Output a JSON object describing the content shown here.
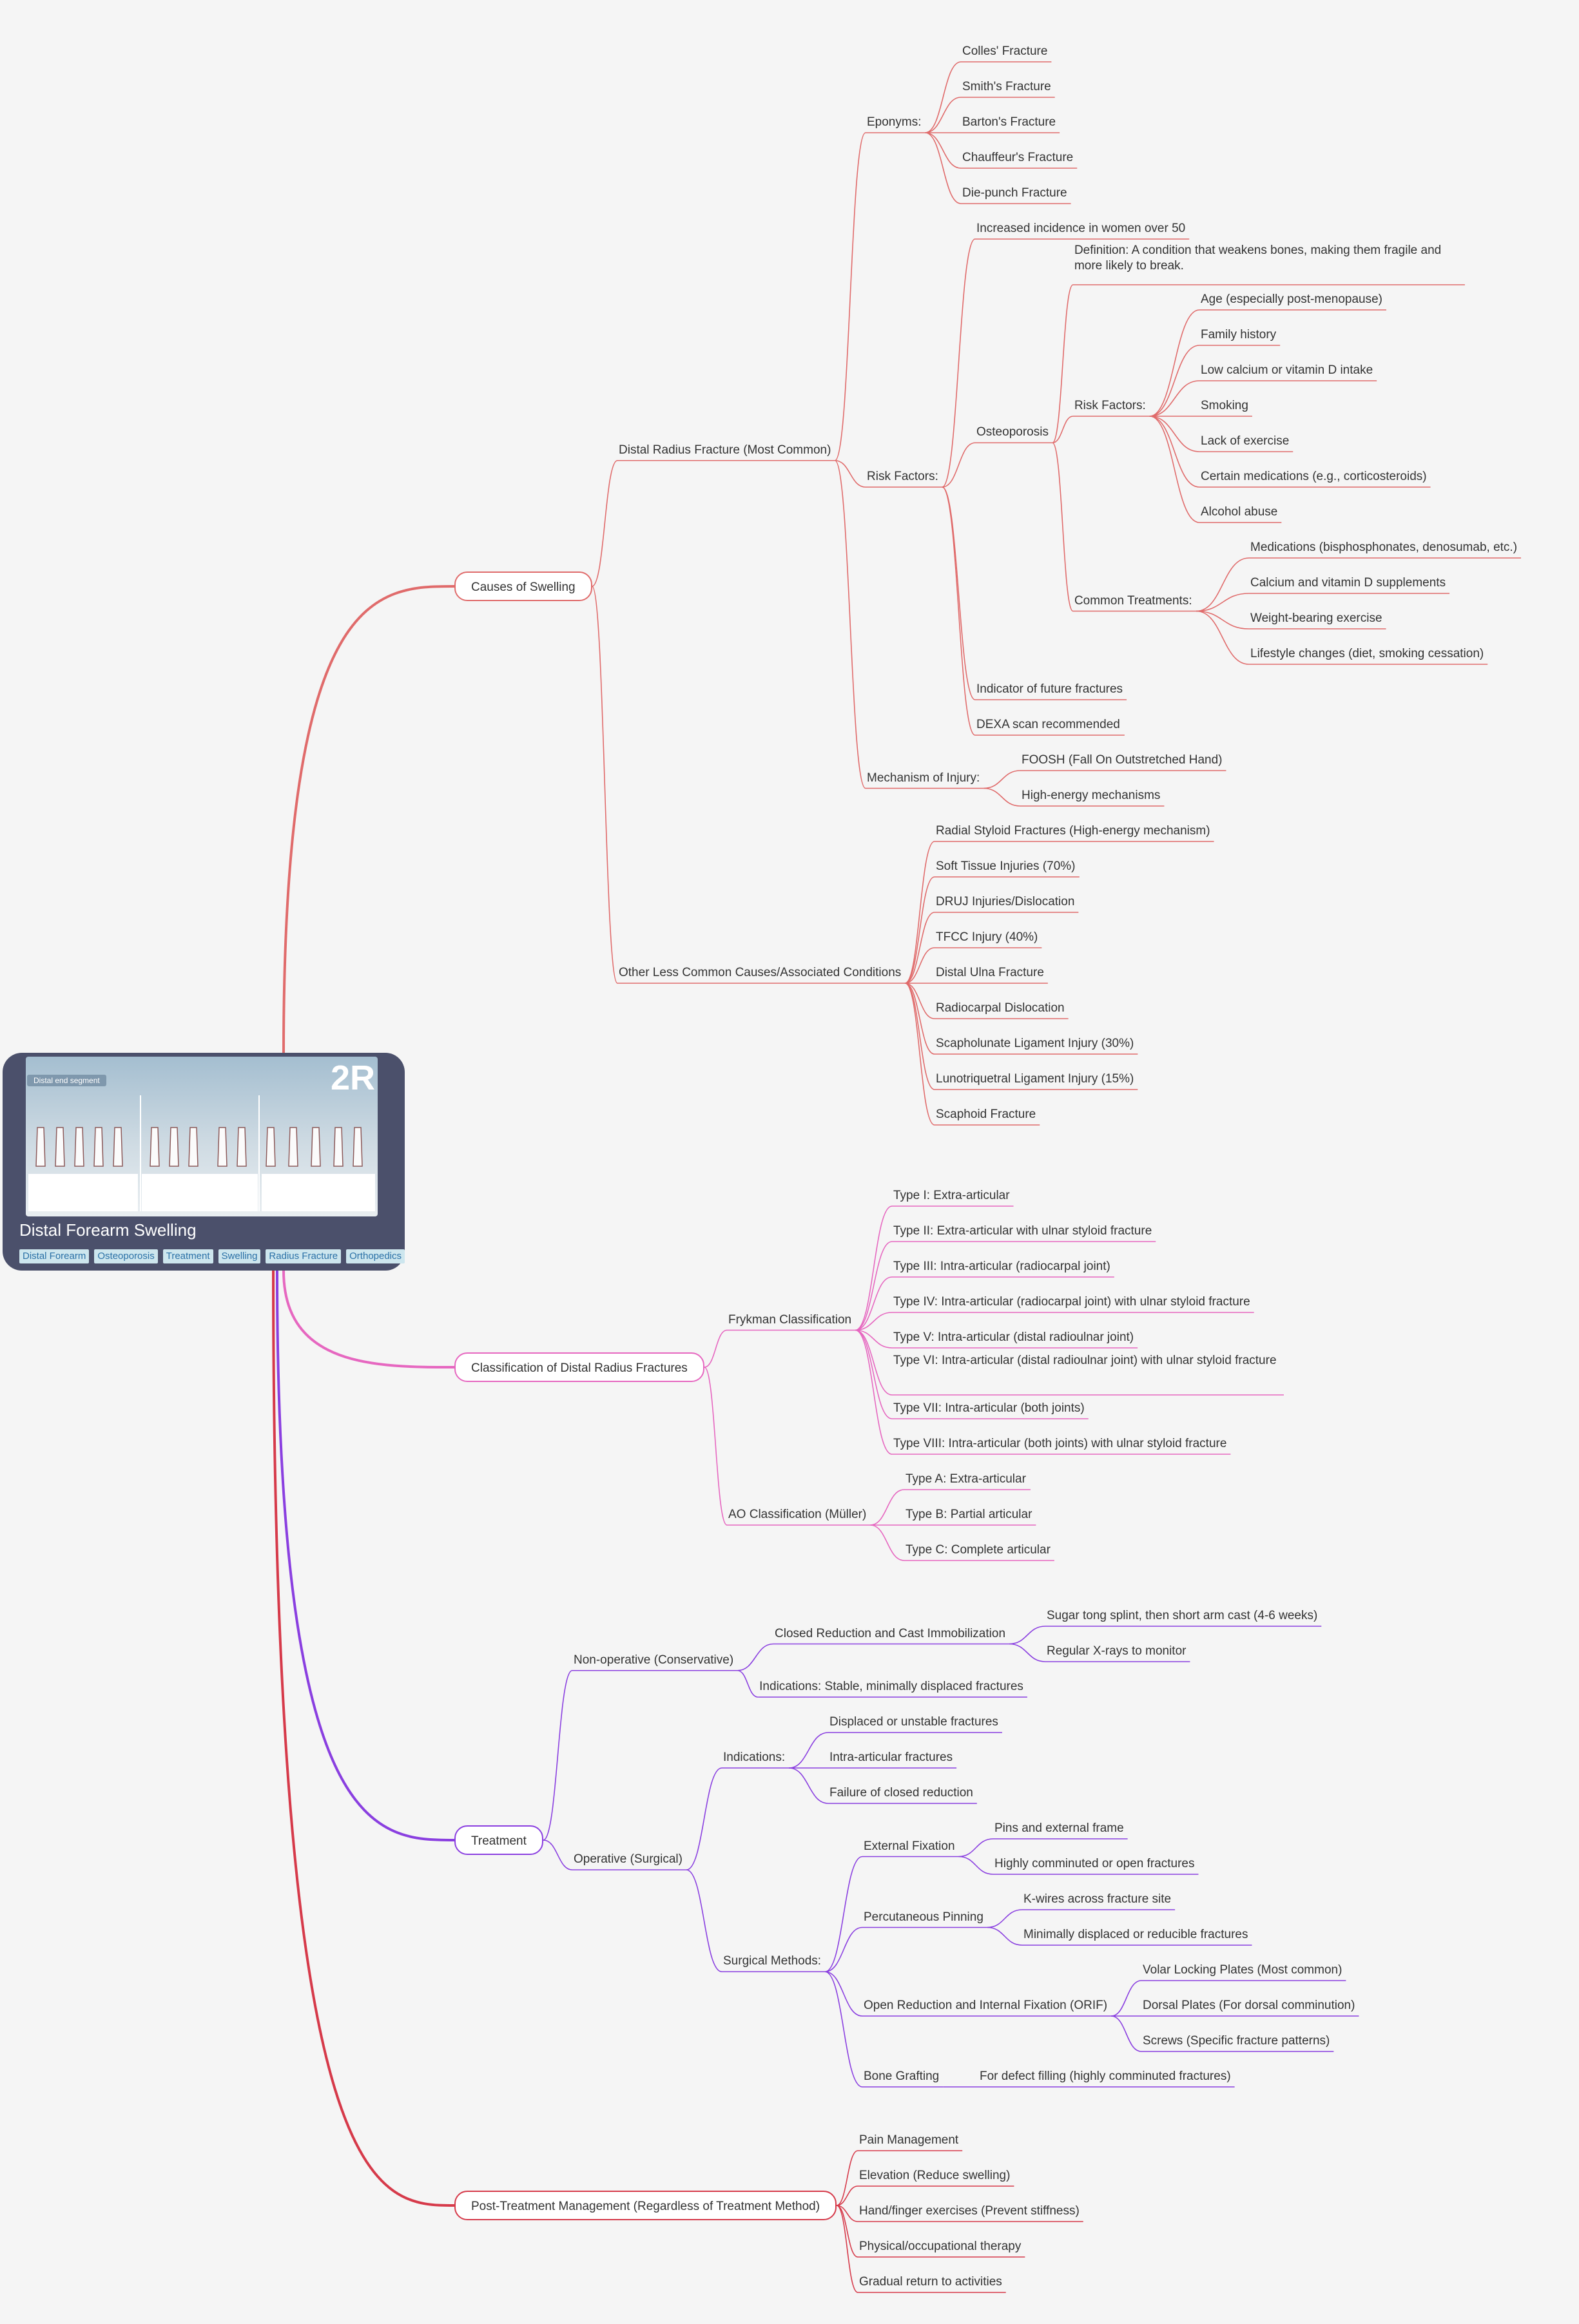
{
  "root": {
    "title": "Distal Forearm Swelling",
    "image_logo": "2R",
    "image_chip": "Distal end segment",
    "tags": [
      "Distal Forearm",
      "Osteoporosis",
      "Treatment",
      "Swelling",
      "Radius Fracture",
      "Orthopedics"
    ]
  },
  "colors": {
    "causes": "#e06b6b",
    "classification": "#e667c0",
    "treatment": "#8a3fe0",
    "post": "#d63a4a",
    "root_bg": "#4b506b"
  },
  "branches": [
    {
      "label": "Causes of Swelling",
      "children": [
        {
          "label": "Distal Radius Fracture (Most Common)",
          "children": [
            {
              "label": "Eponyms:",
              "children": [
                {
                  "label": "Colles' Fracture"
                },
                {
                  "label": "Smith's Fracture"
                },
                {
                  "label": "Barton's Fracture"
                },
                {
                  "label": "Chauffeur's Fracture"
                },
                {
                  "label": "Die-punch Fracture"
                }
              ]
            },
            {
              "label": "Risk Factors:",
              "children": [
                {
                  "label": "Increased incidence in women over 50"
                },
                {
                  "label": "Osteoporosis",
                  "children": [
                    {
                      "label": "Definition: A condition that weakens bones, making them fragile and more likely to break."
                    },
                    {
                      "label": "Risk Factors:",
                      "children": [
                        {
                          "label": "Age (especially post-menopause)"
                        },
                        {
                          "label": "Family history"
                        },
                        {
                          "label": "Low calcium or vitamin D intake"
                        },
                        {
                          "label": "Smoking"
                        },
                        {
                          "label": "Lack of exercise"
                        },
                        {
                          "label": "Certain medications (e.g., corticosteroids)"
                        },
                        {
                          "label": "Alcohol abuse"
                        }
                      ]
                    },
                    {
                      "label": "Common Treatments:",
                      "children": [
                        {
                          "label": "Medications (bisphosphonates, denosumab, etc.)"
                        },
                        {
                          "label": "Calcium and vitamin D supplements"
                        },
                        {
                          "label": "Weight-bearing exercise"
                        },
                        {
                          "label": "Lifestyle changes (diet, smoking cessation)"
                        }
                      ]
                    }
                  ]
                },
                {
                  "label": "Indicator of future fractures"
                },
                {
                  "label": "DEXA scan recommended"
                }
              ]
            },
            {
              "label": "Mechanism of Injury:",
              "children": [
                {
                  "label": "FOOSH (Fall On Outstretched Hand)"
                },
                {
                  "label": "High-energy mechanisms"
                }
              ]
            }
          ]
        },
        {
          "label": "Other Less Common Causes/Associated Conditions",
          "children": [
            {
              "label": "Radial Styloid Fractures (High-energy mechanism)"
            },
            {
              "label": "Soft Tissue Injuries (70%)"
            },
            {
              "label": "DRUJ Injuries/Dislocation"
            },
            {
              "label": "TFCC Injury (40%)"
            },
            {
              "label": "Distal Ulna Fracture"
            },
            {
              "label": "Radiocarpal Dislocation"
            },
            {
              "label": "Scapholunate Ligament Injury (30%)"
            },
            {
              "label": "Lunotriquetral Ligament Injury (15%)"
            },
            {
              "label": "Scaphoid Fracture"
            }
          ]
        }
      ]
    },
    {
      "label": "Classification of Distal Radius Fractures",
      "children": [
        {
          "label": "Frykman Classification",
          "children": [
            {
              "label": "Type I: Extra-articular"
            },
            {
              "label": "Type II: Extra-articular with ulnar styloid fracture"
            },
            {
              "label": "Type III: Intra-articular (radiocarpal joint)"
            },
            {
              "label": "Type IV: Intra-articular (radiocarpal joint) with ulnar styloid fracture"
            },
            {
              "label": "Type V: Intra-articular (distal radioulnar joint)"
            },
            {
              "label": "Type VI: Intra-articular (distal radioulnar joint) with ulnar styloid fracture"
            },
            {
              "label": "Type VII: Intra-articular (both joints)"
            },
            {
              "label": "Type VIII: Intra-articular (both joints) with ulnar styloid fracture"
            }
          ]
        },
        {
          "label": "AO Classification (Müller)",
          "children": [
            {
              "label": "Type A: Extra-articular"
            },
            {
              "label": "Type B: Partial articular"
            },
            {
              "label": "Type C: Complete articular"
            }
          ]
        }
      ]
    },
    {
      "label": "Treatment",
      "children": [
        {
          "label": "Non-operative (Conservative)",
          "children": [
            {
              "label": "Closed Reduction and Cast Immobilization",
              "children": [
                {
                  "label": "Sugar tong splint, then short arm cast (4-6 weeks)"
                },
                {
                  "label": "Regular X-rays to monitor"
                }
              ]
            },
            {
              "label": "Indications: Stable, minimally displaced fractures"
            }
          ]
        },
        {
          "label": "Operative (Surgical)",
          "children": [
            {
              "label": "Indications:",
              "children": [
                {
                  "label": "Displaced or unstable fractures"
                },
                {
                  "label": "Intra-articular fractures"
                },
                {
                  "label": "Failure of closed reduction"
                }
              ]
            },
            {
              "label": "Surgical Methods:",
              "children": [
                {
                  "label": "External Fixation",
                  "children": [
                    {
                      "label": "Pins and external frame"
                    },
                    {
                      "label": "Highly comminuted or open fractures"
                    }
                  ]
                },
                {
                  "label": "Percutaneous Pinning",
                  "children": [
                    {
                      "label": "K-wires across fracture site"
                    },
                    {
                      "label": "Minimally displaced or reducible fractures"
                    }
                  ]
                },
                {
                  "label": "Open Reduction and Internal Fixation (ORIF)",
                  "children": [
                    {
                      "label": "Volar Locking Plates (Most common)"
                    },
                    {
                      "label": "Dorsal Plates (For dorsal comminution)"
                    },
                    {
                      "label": "Screws (Specific fracture patterns)"
                    }
                  ]
                },
                {
                  "label": "Bone Grafting",
                  "children": [
                    {
                      "label": "For defect filling (highly comminuted fractures)"
                    }
                  ]
                }
              ]
            }
          ]
        }
      ]
    },
    {
      "label": "Post-Treatment Management (Regardless of Treatment Method)",
      "children": [
        {
          "label": "Pain Management"
        },
        {
          "label": "Elevation (Reduce swelling)"
        },
        {
          "label": "Hand/finger exercises (Prevent stiffness)"
        },
        {
          "label": "Physical/occupational therapy"
        },
        {
          "label": "Gradual return to activities"
        }
      ]
    }
  ]
}
